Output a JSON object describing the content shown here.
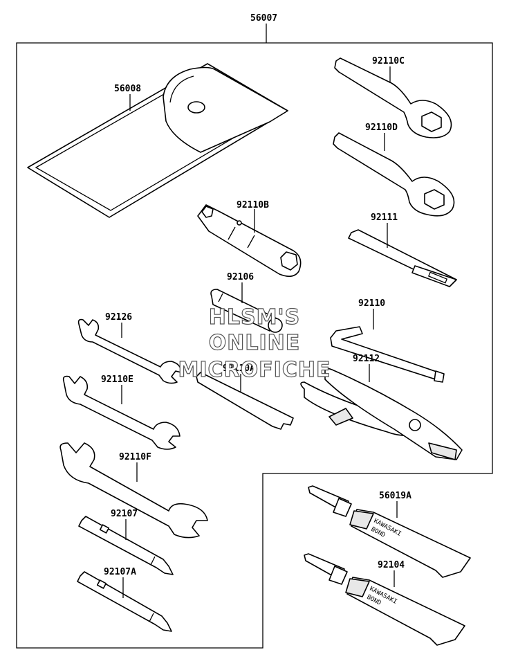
{
  "assembly_label": "56007",
  "parts": [
    {
      "id": "p-56008",
      "label": "56008",
      "name": "tool-pouch"
    },
    {
      "id": "p-92110C",
      "label": "92110C",
      "name": "ring-wrench-c"
    },
    {
      "id": "p-92110D",
      "label": "92110D",
      "name": "ring-wrench-d"
    },
    {
      "id": "p-92110B",
      "label": "92110B",
      "name": "socket-wrench"
    },
    {
      "id": "p-92111",
      "label": "92111",
      "name": "handle-bar"
    },
    {
      "id": "p-92106",
      "label": "92106",
      "name": "extension"
    },
    {
      "id": "p-92110",
      "label": "92110",
      "name": "hex-key"
    },
    {
      "id": "p-92126",
      "label": "92126",
      "name": "open-wrench-small"
    },
    {
      "id": "p-92112",
      "label": "92112",
      "name": "pliers"
    },
    {
      "id": "p-92110A",
      "label": "92110A",
      "name": "screwdriver-handle"
    },
    {
      "id": "p-92110E",
      "label": "92110E",
      "name": "open-wrench-medium"
    },
    {
      "id": "p-92110F",
      "label": "92110F",
      "name": "open-wrench-large"
    },
    {
      "id": "p-92107",
      "label": "92107",
      "name": "screwdriver-bit"
    },
    {
      "id": "p-92107A",
      "label": "92107A",
      "name": "screwdriver-bit-a"
    },
    {
      "id": "p-56019A",
      "label": "56019A",
      "name": "bond-tube-a"
    },
    {
      "id": "p-92104",
      "label": "92104",
      "name": "bond-tube"
    }
  ],
  "tube_text": {
    "brand": "KAWASAKI",
    "product": "BOND"
  },
  "watermark": {
    "line1": "HLSM'S",
    "line2": "ONLINE",
    "line3": "MICROFICHE"
  }
}
